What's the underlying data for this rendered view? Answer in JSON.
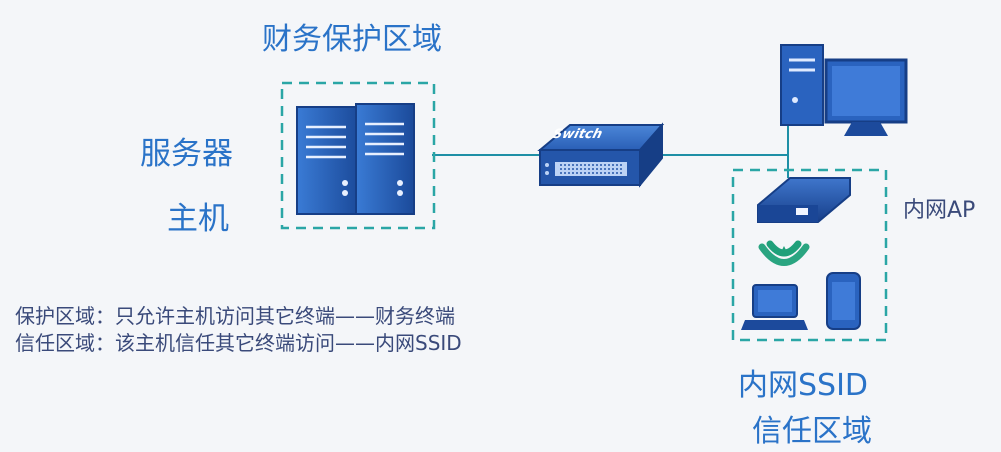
{
  "titles": {
    "finance_zone": "财务保护区域",
    "server": "服务器",
    "host": "主机",
    "switch_text": "Switch",
    "ap": "内网AP",
    "ssid_line1": "内网SSID",
    "ssid_line2": "信任区域"
  },
  "notes": [
    "保护区域：只允许主机访问其它终端——财务终端",
    "信任区域：该主机信任其它终端访问——内网SSID"
  ],
  "colors": {
    "background": "#f4f6f9",
    "accent_blue": "#2a73c8",
    "device_blue": "#1f4fa8",
    "dashed_border": "#2aa6a6",
    "wifi_green": "#1fa07a"
  }
}
